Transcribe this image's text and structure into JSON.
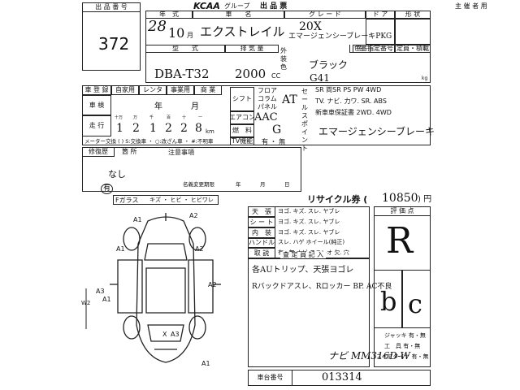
{
  "header": {
    "logo": "KCAA",
    "group": "グループ",
    "title": "出 品 票",
    "issuer_label": "主 催 者 用"
  },
  "lot": {
    "label": "出 品 番 号",
    "number": "372"
  },
  "vehicle": {
    "year_label": "年　式",
    "name_label": "車　　名",
    "grade_label": "グ レ ー ド",
    "door_label": "ド ア",
    "shape_label": "形 状",
    "year": "28",
    "month": "10",
    "month_unit": "月",
    "name": "エクストレイル",
    "grade_line1": "20X",
    "grade_line2": "エマージェンシーブレーキPKG",
    "model_label": "型　　式",
    "displacement_label": "排 気 量",
    "exterior_label": "外装色",
    "color_label": "色",
    "color_no_label": "色番指定番号",
    "capacity_label": "定員・積載",
    "model": "DBA-T32",
    "displacement": "2000",
    "cc": "CC",
    "color": "ブラック",
    "color_code": "G41",
    "kg": "kg"
  },
  "inspection": {
    "reg_label": "車 登 録",
    "owner_label": "自家用",
    "rental_label": "レンタ",
    "business_label": "事業用",
    "trade_label": "商 業",
    "shaken_label": "車 検",
    "year_label": "年",
    "month_label": "月",
    "mileage_label": "走 行",
    "digit_labels": [
      "十万",
      "万",
      "千",
      "百",
      "十",
      "一"
    ],
    "digits": [
      "1",
      "2",
      "1",
      "2",
      "2",
      "8"
    ],
    "km": "km",
    "meter_note": "メーター交換 (  ) S:交換車 ・ ○:改ざん車 ・ #:不明車",
    "shift_label": "シフト",
    "shift_sub": [
      "フロア",
      "コラム",
      "パネル"
    ],
    "shift_value": "AT",
    "ac_label": "エアコン",
    "ac_value": "AAC",
    "fuel_label": "燃　料",
    "fuel_value": "G",
    "tv_label": "TV機能",
    "tv_options": "有 ・ 無",
    "equipment_line1": "SR 両SR PS PW 4WD",
    "equipment_line2": "TV. ナビ. 力ワ. SR. ABS",
    "equipment_line3": "新車車保証書 2WD. 4WD",
    "sales_point_label": "セールスポイント",
    "sales_point_value": "エマージェンシーブレーキ"
  },
  "repair": {
    "label": "修復歴",
    "part_label": "箇 所",
    "value": "なし",
    "present_label": "有",
    "notes_label": "注意事項",
    "transfer_label": "名義変更期限",
    "year": "年",
    "month": "月",
    "day": "日"
  },
  "glass": {
    "label": "Fガラス",
    "options": "キズ ・ ヒビ ・ ヒビワレ"
  },
  "recycle": {
    "label": "リサイクル券 (",
    "amount": "10850",
    "suffix": ") 円"
  },
  "conditions": [
    {
      "label": "天　張",
      "values": "ヨゴ. キズ. スレ. ヤブレ"
    },
    {
      "label": "シ ー ト",
      "values": "ヨゴ. キズ. スレ. ヤブレ"
    },
    {
      "label": "内　装",
      "values": "ヨゴ. キズ. スレ. ヤブレ"
    },
    {
      "label": "ハンドル",
      "values": "スレ. ハゲ  ホイール(純正)"
    },
    {
      "label": "取 説",
      "values": "有 . 無  ナビ  ステレオ  欠. 穴"
    }
  ],
  "inspector": {
    "label": "査 定 員 記 入",
    "line1": "各AUトリップ、天張ヨゴレ",
    "line2": "Rバックドアスレ、Rロッカー BP. AC不良",
    "line3": "ナビ MM316D-W"
  },
  "evaluation": {
    "label": "評 価 点",
    "overall": "R",
    "interior": "b",
    "exterior": "c",
    "jack_label": "ジャッキ 有・無",
    "tool_label": "工　具 有・無",
    "spare_label": "スペアタイヤ 有・無"
  },
  "chassis": {
    "label": "車台番号",
    "value": "013314"
  },
  "diagram": {
    "codes": [
      "A1",
      "A2",
      "A1",
      "A2",
      "A3",
      "A2",
      "A1",
      "X",
      "A3",
      "W2",
      "A1"
    ]
  }
}
